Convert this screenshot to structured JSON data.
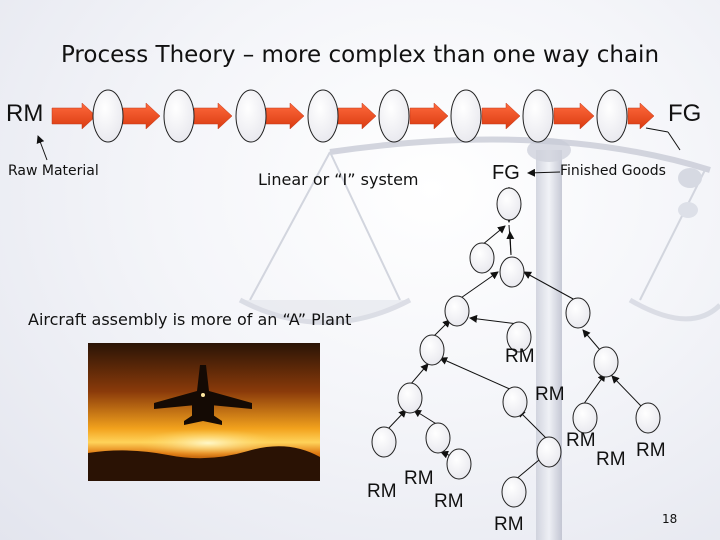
{
  "title": "Process Theory – more complex than one way chain",
  "chain": {
    "start_label": "RM",
    "end_label": "FG",
    "start_caption": "Raw Material",
    "system_caption": "Linear or “I” system"
  },
  "tree": {
    "top_label": "FG",
    "top_caption": "Finished Goods",
    "aplant_caption": "Aircraft assembly is more of an “A” Plant",
    "rm_labels": [
      "RM",
      "RM",
      "RM",
      "RM",
      "RM",
      "RM",
      "RM",
      "RM",
      "RM"
    ]
  },
  "photo": {
    "description_icon": "fighter-jet-sunset-photo"
  },
  "page_number": "18"
}
